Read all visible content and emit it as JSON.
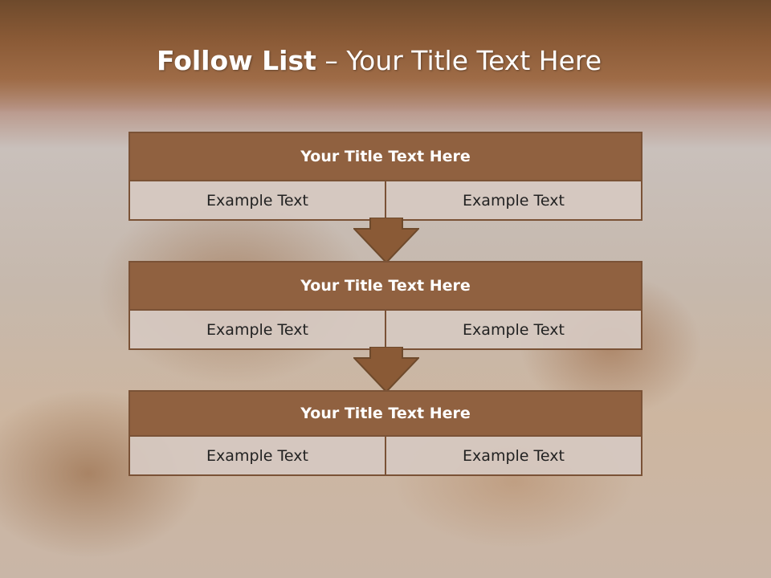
{
  "slide": {
    "title_bold": "Follow List",
    "title_rest": " – Your Title Text Here"
  },
  "blocks": [
    {
      "title": "Your Title Text Here",
      "left": "Example Text",
      "right": "Example Text"
    },
    {
      "title": "Your Title Text Here",
      "left": "Example Text",
      "right": "Example Text"
    },
    {
      "title": "Your Title Text Here",
      "left": "Example Text",
      "right": "Example Text"
    }
  ],
  "colors": {
    "header": "#8a5a36",
    "block_title_bg": "#906140",
    "block_cell_bg": "#d6c9c1",
    "border": "#7a5236"
  }
}
